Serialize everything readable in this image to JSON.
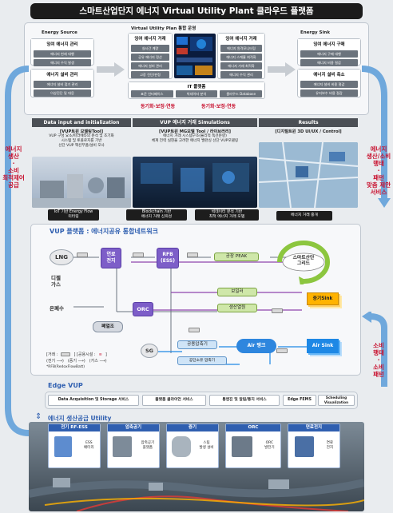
{
  "title": "스마트산업단지 에너지 Virtual Utility Plant 클라우드 플랫폼",
  "top": {
    "energy_source": {
      "label": "Energy Source",
      "box1": {
        "title": "잉여 에너지 관리",
        "items": [
          "에너지 현재 대행",
          "에너지 수익 발생"
        ]
      },
      "box2": {
        "title": "에너지 설비 관리",
        "items": [
          "에너지 설비 점기 관리",
          "이상진단 및 대응"
        ]
      }
    },
    "platform": {
      "label": "Virtual Utility Plan 통합 운영",
      "left": {
        "title": "잉여 에너지 거래",
        "items": [
          "실시간 계량",
          "공유 에너지 정산",
          "에너지 설비 관리",
          "고장 진단/판정"
        ]
      },
      "right": {
        "title": "잉여 에너지 거래",
        "items": [
          "에너지 원격모니터링",
          "에너지 스케쥴 최적화",
          "에너지 거래 최적화",
          "에너지 수익 관리"
        ]
      },
      "it_label": "IT 플랫폼",
      "it_items": [
        "표준 인터페이스",
        "빅데이터 분석",
        "클라우드 Database"
      ]
    },
    "energy_sink": {
      "label": "Energy Sink",
      "box1": {
        "title": "잉여 에너지 구매",
        "items": [
          "에너지 구매 대행",
          "에너지 비용 절감"
        ]
      },
      "box2": {
        "title": "에너지 설비 축소",
        "items": [
          "에너지 설비 비용 절감",
          "유지보수 비용 절감"
        ]
      }
    },
    "sync1": "동기화·보정·연동",
    "sync2": "동기화·보정·연동"
  },
  "sections": [
    {
      "head": "Data input and initialization",
      "title": "[VUP트윈 모델링Tool]",
      "desc": [
        "VUP 구성 요소/파라메타의 분석 및 조기화",
        "시스템 및 토폴로지를 기반",
        "선단 VUP 액션부품/설비 모사"
      ],
      "caption": [
        "IoT 기반 Energy Flow",
        "미터링"
      ]
    },
    {
      "head": "VUP 에너지 거래 Simulations",
      "title": "[VUP트윈 MG모델 Tool / 라이브러리]",
      "desc": [
        "에너지 거래 시스템구조(물리적 독선분량)",
        "체계 전력 실현을 고려한 에너지 밸런싱 선단 VUP모델링"
      ],
      "caption": [
        "Blockchain 기반",
        "에너지 거래 신뢰성"
      ],
      "caption2": [
        "빅데이터 분석 기반",
        "최적 에너지 거래 모델"
      ]
    },
    {
      "head": "Results",
      "title": "[디지털트윈 3D UI/UX / Control]",
      "desc": [],
      "caption": [
        "에너지 거래 중개"
      ]
    }
  ],
  "side_left_top": [
    "에너지",
    "생산",
    "·",
    "소비",
    "최적제어",
    "공급"
  ],
  "side_right_top": [
    "에너지",
    "생산/소비",
    "행태",
    "·",
    "패턴",
    "맞춤 제안",
    "서비스"
  ],
  "side_right_bottom": [
    "소비",
    "행태",
    "·",
    "소비",
    "패턴"
  ],
  "network": {
    "title": "VUP 플랫폼 : 에너지공유 통합네트워크",
    "nodes": {
      "lng": "LNG",
      "diesel": [
        "디젤",
        "가스"
      ],
      "hotwater": "온폐수",
      "fuelcell": [
        "연료",
        "전지"
      ],
      "rfb": [
        "RFB",
        "(ESS)"
      ],
      "orc": "ORC",
      "wasteheat": "폐열조",
      "sg": "SG",
      "peak": "공장 PEAK",
      "smartgrid": [
        "스마트산단",
        "그리드"
      ],
      "boiler": "보일러",
      "steam_heat": "생산열원",
      "steam_sink": "증기Sink",
      "air_comp": "공용압축기",
      "air_tank": "Air 탱크",
      "air_sink": "Air Sink",
      "pressure": "공단소유 압축기"
    },
    "legend": {
      "row1": [
        "[거래 :",
        "] [공용시설 :",
        "]"
      ],
      "row2": [
        "(전기 ⟶)",
        "(증기 ⟶)",
        "(가스 ⟶)"
      ],
      "note": "*RFB(RedoxFlowBatt)"
    }
  },
  "edge": {
    "title": "Edge VUP",
    "services": [
      "Data Acquisition 및 Storage 서비스",
      "플랫폼 클라이언 서비스",
      "통엔진 및 알림/통지 서비스",
      "Edge FEMS",
      "Scheduling Visualization"
    ]
  },
  "utility": {
    "title": "에너지 생산공급 Utility",
    "cards": [
      {
        "head": "전기 RF-ESS",
        "items": [
          "ESS",
          "배터리"
        ]
      },
      {
        "head": "압축공기",
        "items": [
          "압축공기",
          "플랫폼"
        ]
      },
      {
        "head": "증기",
        "items": [
          "스팀",
          "발생 설비"
        ]
      },
      {
        "head": "ORC",
        "items": [
          "ORC",
          "발전기"
        ]
      },
      {
        "head": "연료전지",
        "items": [
          "연료",
          "전지"
        ]
      }
    ]
  },
  "colors": {
    "accent_red": "#c8102e",
    "purple": "#7d5ec8",
    "green": "#cfe7a9",
    "blue": "#cfe4f7",
    "dark": "#1b1b1b"
  }
}
